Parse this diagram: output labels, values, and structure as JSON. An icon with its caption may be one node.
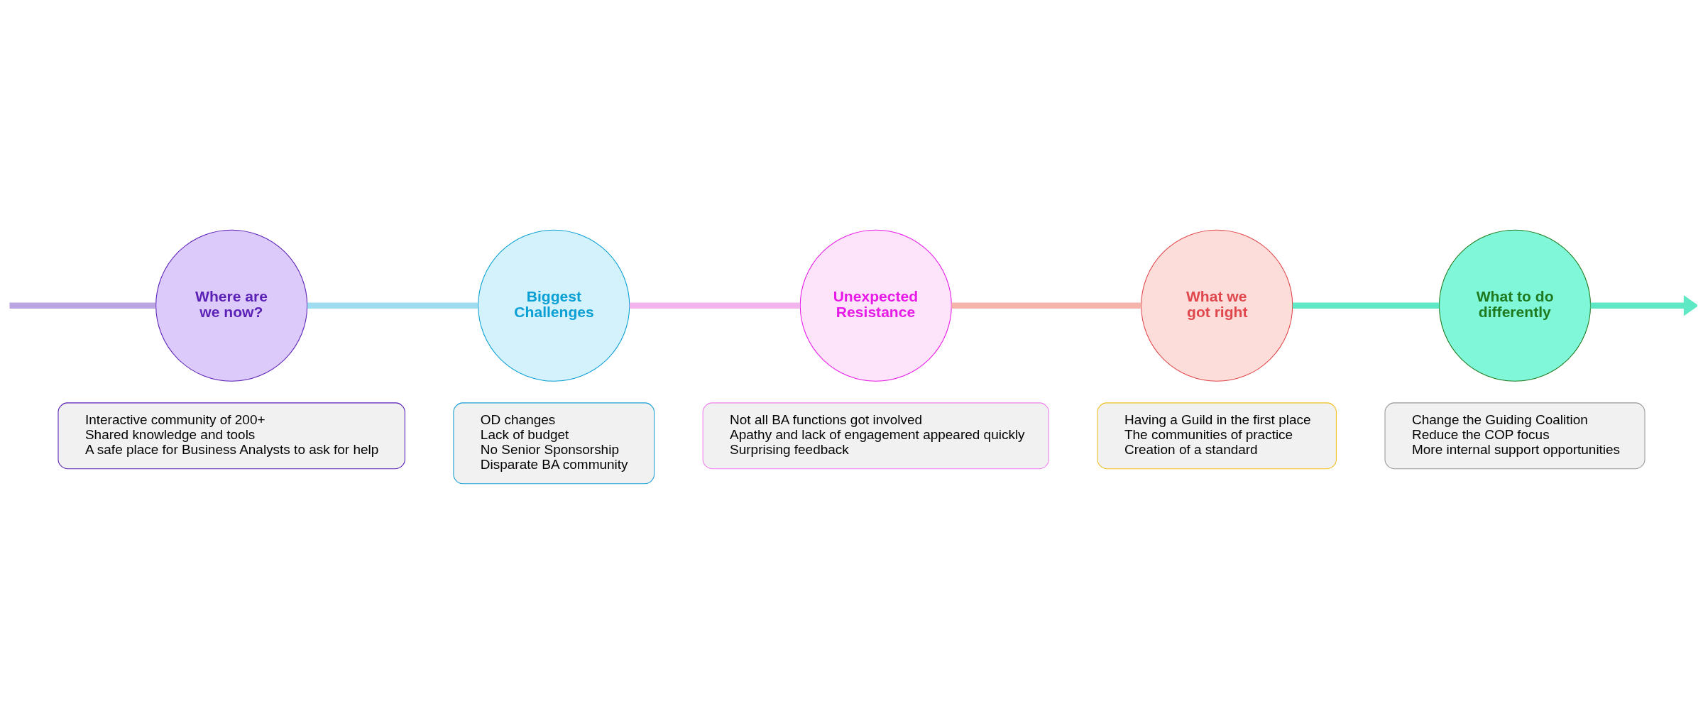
{
  "diagram": {
    "nodes": [
      {
        "text": [
          "Where are we now?"
        ]
      },
      {
        "text": [
          "Interactive community of 200+",
          "Shared knowledge and tools",
          "A safe place for Business Analysts to ask for help"
        ]
      },
      {
        "text": [
          "OD changes",
          "Lack of budget",
          "No Senior Sponsorship",
          "Disparate BA community"
        ]
      },
      {
        "text": [
          "Biggest Challenges"
        ]
      },
      {
        "text": [
          "Unexpected Resistance"
        ]
      },
      {
        "text": [
          "Not all BA functions got involved",
          "Apathy and lack of engagement appeared quickly",
          "Surprising feedback"
        ]
      },
      {
        "text": [
          "Having a Guild in the first place",
          "The communities of practice",
          "Creation of a standard"
        ]
      },
      {
        "text": [
          "What we got right"
        ]
      },
      {
        "text": [
          "What to do differently"
        ]
      },
      {
        "text": [
          "Change the Guiding Coalition",
          "Reduce the COP focus",
          "More internal support opportunities"
        ]
      }
    ],
    "edges": [
      {
        "from": null,
        "to": 0,
        "arrow": "none",
        "color": "#b9a5e0"
      },
      {
        "from": 0,
        "to": 3,
        "arrow": "none",
        "color": "#9fdcef"
      },
      {
        "from": 3,
        "to": 4,
        "arrow": "none",
        "color": "#f2b4ec"
      },
      {
        "from": 4,
        "to": 7,
        "arrow": "none",
        "color": "#f5b5ad"
      },
      {
        "from": 7,
        "to": 8,
        "arrow": "none",
        "color": "#5fe8c4"
      },
      {
        "from": 8,
        "to": null,
        "arrow": "to",
        "color": "#5fe8c4"
      }
    ]
  }
}
